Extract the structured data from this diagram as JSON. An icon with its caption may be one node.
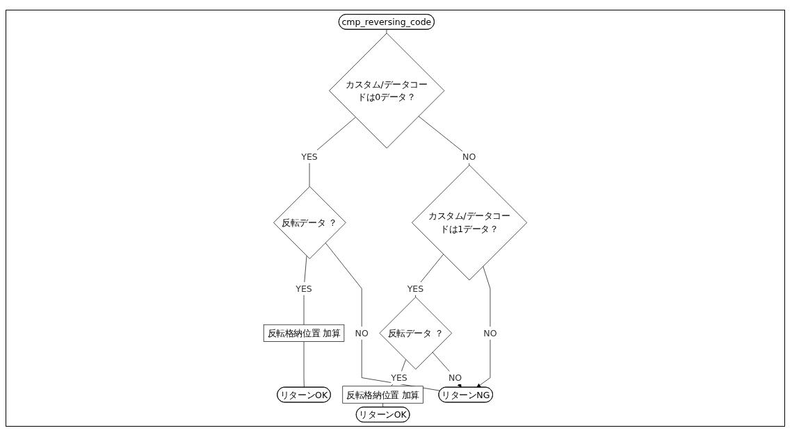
{
  "diagram": {
    "nodes": [
      {
        "text": [
          "cmp_reversing_code"
        ]
      },
      {
        "text": [
          "カスタム/データコードは0データ？"
        ]
      },
      {
        "text": [
          "反転データ ？"
        ]
      },
      {
        "text": [
          "反転格納位置 加算"
        ]
      },
      {
        "text": [
          "リターンOK"
        ]
      },
      {
        "text": [
          "カスタム/データコードは1データ？"
        ]
      },
      {
        "text": [
          "反転データ ？"
        ]
      },
      {
        "text": [
          "反転格納位置 加算"
        ]
      },
      {
        "text": [
          "リターンOK"
        ]
      },
      {
        "text": [
          "リターンNG"
        ]
      }
    ],
    "edges": [
      {
        "from": 0,
        "to": 1,
        "arrow": "none"
      },
      {
        "from": 1,
        "to": 2,
        "arrow": "none",
        "label": "YES"
      },
      {
        "from": 2,
        "to": 3,
        "arrow": "none",
        "label": "YES"
      },
      {
        "from": 3,
        "to": 4,
        "arrow": "none"
      },
      {
        "from": 1,
        "to": 5,
        "arrow": "none",
        "label": "NO"
      },
      {
        "from": 5,
        "to": 6,
        "arrow": "none",
        "label": "YES"
      },
      {
        "from": 6,
        "to": 7,
        "arrow": "none",
        "label": "YES"
      },
      {
        "from": 7,
        "to": 8,
        "arrow": "none"
      },
      {
        "from": 2,
        "to": 9,
        "arrow": "none",
        "label": "NO"
      },
      {
        "from": 5,
        "to": 9,
        "arrow": "to",
        "label": "NO"
      },
      {
        "from": 6,
        "to": 9,
        "arrow": "to",
        "label": "NO"
      }
    ]
  }
}
